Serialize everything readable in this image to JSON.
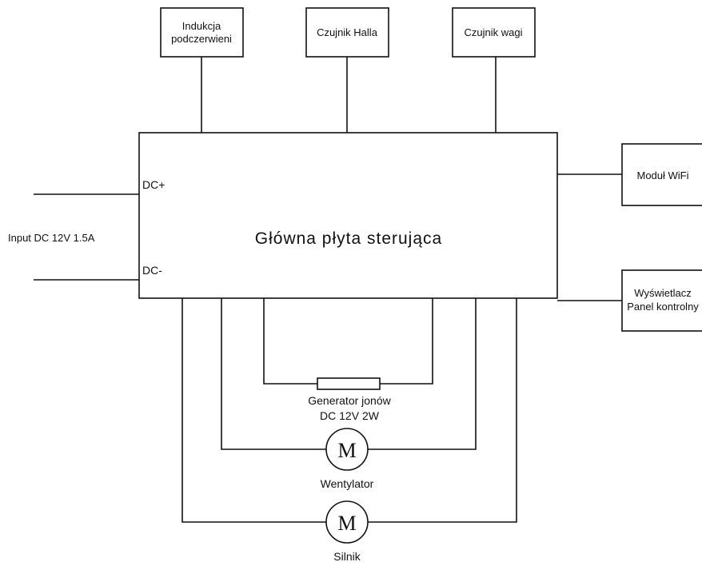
{
  "main_board": {
    "label": "Główna płyta sterująca",
    "dc_plus": "DC+",
    "dc_minus": "DC-"
  },
  "input": {
    "label": "Input DC 12V   1.5A"
  },
  "top_modules": {
    "infrared": {
      "line1": "Indukcja",
      "line2": "podczerwieni"
    },
    "hall": {
      "label": "Czujnik Halla"
    },
    "weight": {
      "label": "Czujnik wagi"
    }
  },
  "side_modules": {
    "wifi": {
      "label": "Moduł WiFi"
    },
    "display": {
      "line1": "Wyświetlacz",
      "line2": "Panel kontrolny"
    }
  },
  "ion_generator": {
    "line1": "Generator jonów",
    "line2": "DC 12V 2W"
  },
  "fan": {
    "symbol": "M",
    "label": "Wentylator"
  },
  "motor": {
    "symbol": "M",
    "label": "Silnik"
  }
}
